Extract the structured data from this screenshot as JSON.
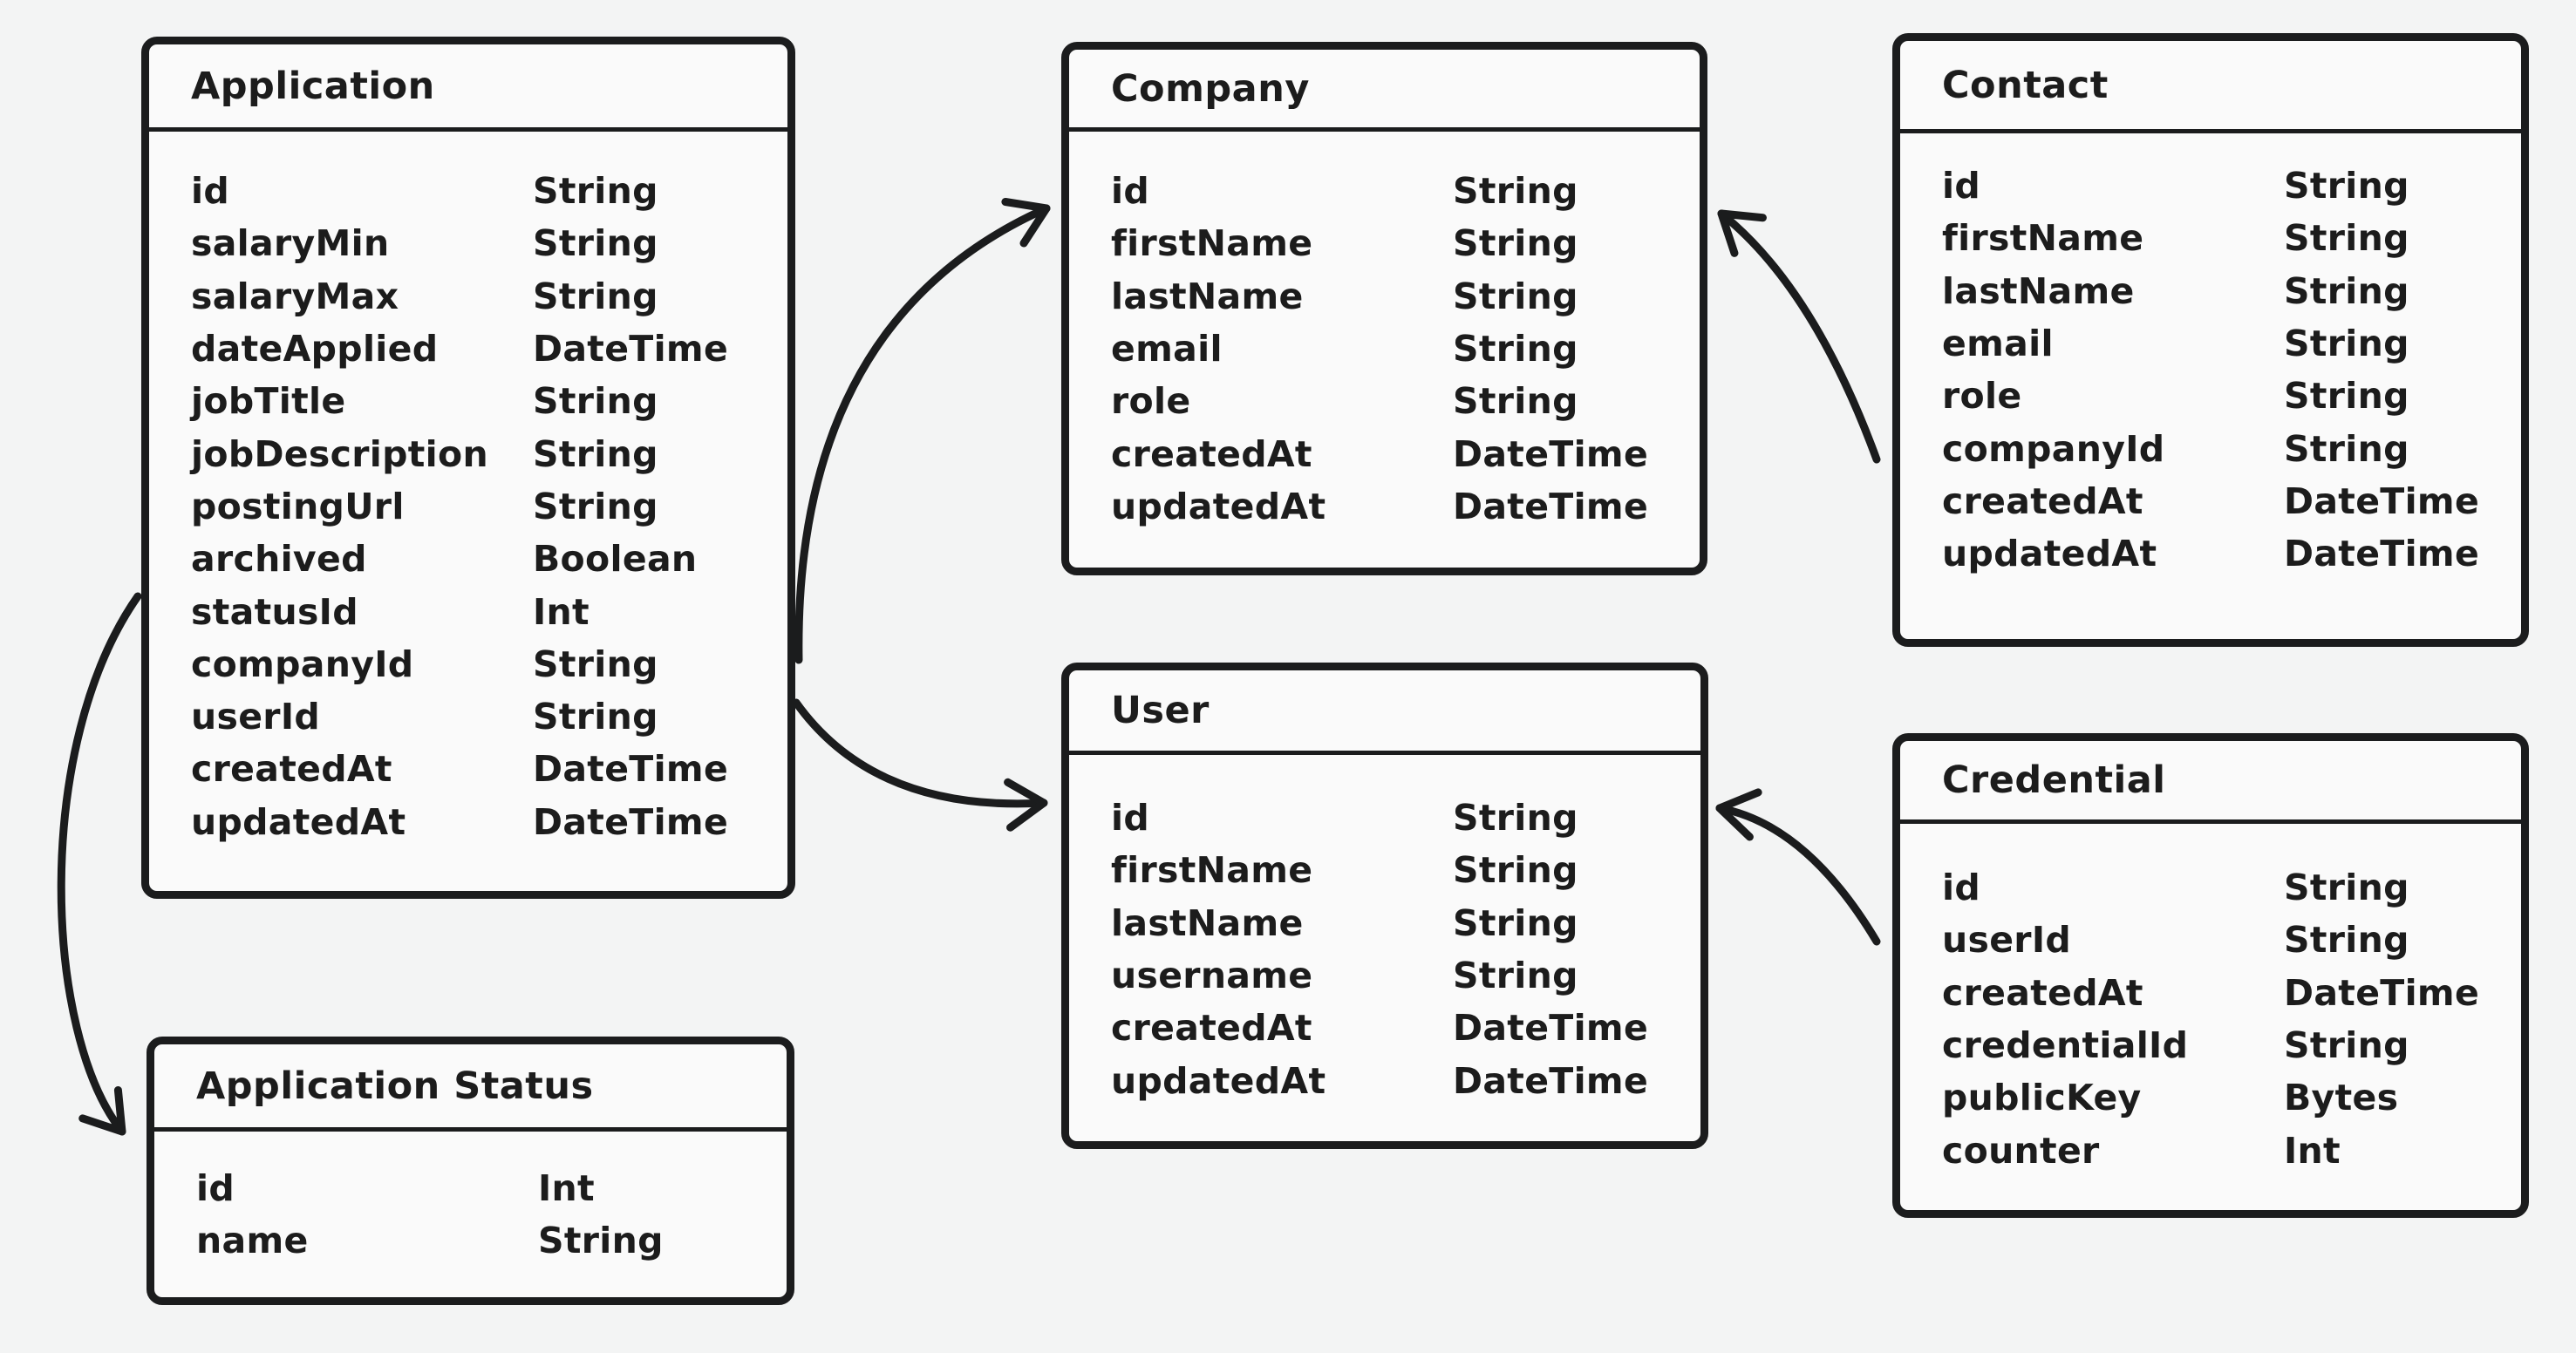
{
  "diagram": {
    "type": "entity-relationship",
    "colors": {
      "background": "#f3f4f4",
      "surface": "#fafafa",
      "stroke": "#1b1c1d",
      "text": "#1c1c1c"
    }
  },
  "entities": [
    {
      "key": "application",
      "title": "Application",
      "fields": [
        {
          "name": "id",
          "type": "String"
        },
        {
          "name": "salaryMin",
          "type": "String"
        },
        {
          "name": "salaryMax",
          "type": "String"
        },
        {
          "name": "dateApplied",
          "type": "DateTime"
        },
        {
          "name": "jobTitle",
          "type": "String"
        },
        {
          "name": "jobDescription",
          "type": "String"
        },
        {
          "name": "postingUrl",
          "type": "String"
        },
        {
          "name": "archived",
          "type": "Boolean"
        },
        {
          "name": "statusId",
          "type": "Int"
        },
        {
          "name": "companyId",
          "type": "String"
        },
        {
          "name": "userId",
          "type": "String"
        },
        {
          "name": "createdAt",
          "type": "DateTime"
        },
        {
          "name": "updatedAt",
          "type": "DateTime"
        }
      ]
    },
    {
      "key": "company",
      "title": "Company",
      "fields": [
        {
          "name": "id",
          "type": "String"
        },
        {
          "name": "firstName",
          "type": "String"
        },
        {
          "name": "lastName",
          "type": "String"
        },
        {
          "name": "email",
          "type": "String"
        },
        {
          "name": "role",
          "type": "String"
        },
        {
          "name": "createdAt",
          "type": "DateTime"
        },
        {
          "name": "updatedAt",
          "type": "DateTime"
        }
      ]
    },
    {
      "key": "contact",
      "title": "Contact",
      "fields": [
        {
          "name": "id",
          "type": "String"
        },
        {
          "name": "firstName",
          "type": "String"
        },
        {
          "name": "lastName",
          "type": "String"
        },
        {
          "name": "email",
          "type": "String"
        },
        {
          "name": "role",
          "type": "String"
        },
        {
          "name": "companyId",
          "type": "String"
        },
        {
          "name": "createdAt",
          "type": "DateTime"
        },
        {
          "name": "updatedAt",
          "type": "DateTime"
        }
      ]
    },
    {
      "key": "user",
      "title": "User",
      "fields": [
        {
          "name": "id",
          "type": "String"
        },
        {
          "name": "firstName",
          "type": "String"
        },
        {
          "name": "lastName",
          "type": "String"
        },
        {
          "name": "username",
          "type": "String"
        },
        {
          "name": "createdAt",
          "type": "DateTime"
        },
        {
          "name": "updatedAt",
          "type": "DateTime"
        }
      ]
    },
    {
      "key": "credential",
      "title": "Credential",
      "fields": [
        {
          "name": "id",
          "type": "String"
        },
        {
          "name": "userId",
          "type": "String"
        },
        {
          "name": "createdAt",
          "type": "DateTime"
        },
        {
          "name": "credentialId",
          "type": "String"
        },
        {
          "name": "publicKey",
          "type": "Bytes"
        },
        {
          "name": "counter",
          "type": "Int"
        }
      ]
    },
    {
      "key": "application-status",
      "title": "Application Status",
      "fields": [
        {
          "name": "id",
          "type": "Int"
        },
        {
          "name": "name",
          "type": "String"
        }
      ]
    }
  ],
  "relations": [
    {
      "from": "Application.companyId",
      "to": "Company.id"
    },
    {
      "from": "Application.userId",
      "to": "User.id"
    },
    {
      "from": "Application.statusId",
      "to": "Application Status.id"
    },
    {
      "from": "Contact.companyId",
      "to": "Company.id"
    },
    {
      "from": "Credential.userId",
      "to": "User.id"
    }
  ]
}
